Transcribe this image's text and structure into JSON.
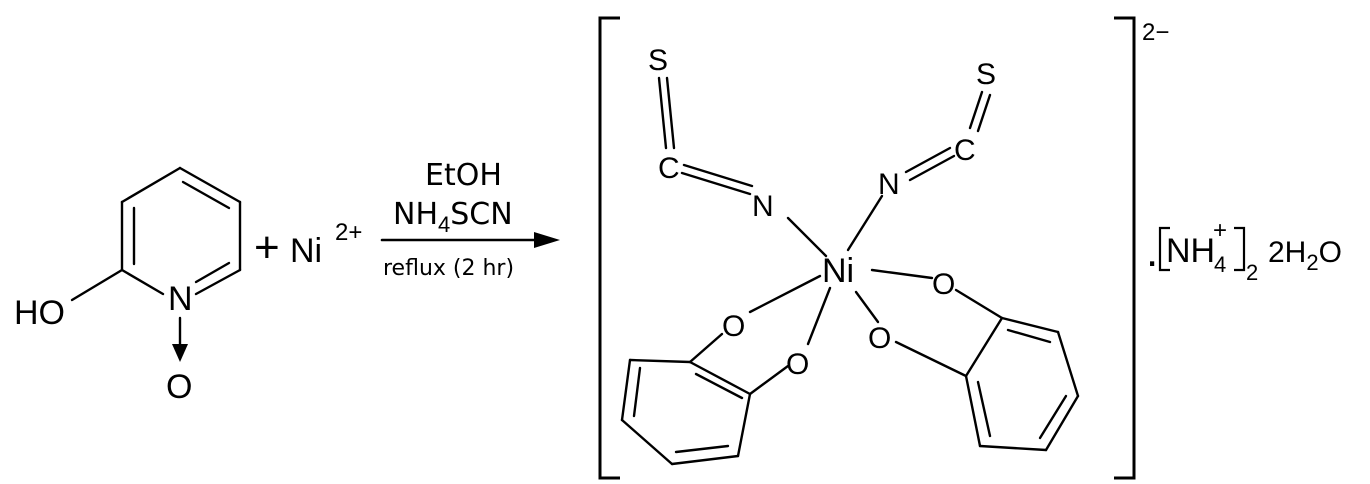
{
  "reactant": {
    "ho_label": "HO",
    "n_label": "N",
    "o_label": "O"
  },
  "reagent": {
    "plus": "+",
    "metal": "Ni",
    "charge": "2+"
  },
  "conditions": {
    "solvent": "EtOH",
    "salt_pre": "NH",
    "salt_sub": "4",
    "salt_post": "SCN",
    "note": "reflux (2 hr)"
  },
  "complex": {
    "metal": "Ni",
    "s_left": "S",
    "c_left": "C",
    "n_left": "N",
    "s_right": "S",
    "c_right": "C",
    "n_right": "N",
    "o1": "O",
    "o2": "O",
    "o3": "O",
    "o4": "O",
    "charge": "2−"
  },
  "counterion": {
    "dot": ".",
    "ion": "NH",
    "ion_sub": "4",
    "ion_sup": "+",
    "outer_sub": "2",
    "water_pre": "2H",
    "water_sub": "2",
    "water_post": "O"
  }
}
